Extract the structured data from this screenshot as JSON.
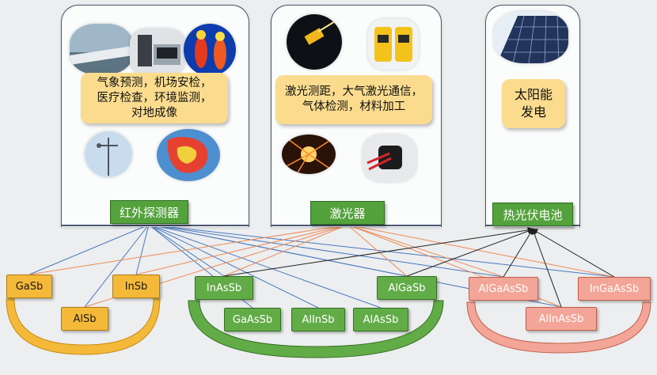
{
  "applications": {
    "infrared": {
      "text_lines": [
        "气象预测，机场安检，",
        "医疗检查，环境监测，",
        "对地成像"
      ]
    },
    "laser": {
      "text_lines": [
        "激光测距，大气激光通信，",
        "气体检测，材料加工"
      ]
    },
    "thermophotovoltaic": {
      "text_lines": [
        "太阳能",
        "发电"
      ]
    }
  },
  "devices": [
    {
      "id": "infrared",
      "label": "红外探测器"
    },
    {
      "id": "laser",
      "label": "激光器"
    },
    {
      "id": "tpv",
      "label": "热光伏电池"
    }
  ],
  "materials": {
    "yellow_group": [
      "GaSb",
      "InSb",
      "AlSb"
    ],
    "green_group": [
      "InAsSb",
      "AlGaSb",
      "GaAsSb",
      "AlInSb",
      "AlAsSb"
    ],
    "pink_group": [
      "AlGaAsSb",
      "InGaAsSb",
      "AlInAsSb"
    ]
  },
  "colors": {
    "panel_border": "#48566f",
    "app_box": "#fbdc8e",
    "device_fill": "#53a23c",
    "arrow_green": "#7cc04f",
    "yellow_group": "#f5b93a",
    "green_group": "#62ac47",
    "pink_group": "#f3a597",
    "line_blue": "#4a78c0",
    "line_orange": "#ee8a55",
    "line_black": "#222222"
  },
  "photos": [
    {
      "name": "weather-satellite-photo"
    },
    {
      "name": "airport-scanner-photo"
    },
    {
      "name": "thermal-body-photo"
    },
    {
      "name": "weather-station-photo"
    },
    {
      "name": "thermal-map-photo"
    },
    {
      "name": "laser-rangefinder-photo"
    },
    {
      "name": "gas-detector-photo"
    },
    {
      "name": "laser-cutting-photo"
    },
    {
      "name": "fiber-connector-photo"
    },
    {
      "name": "solar-panel-photo"
    }
  ]
}
